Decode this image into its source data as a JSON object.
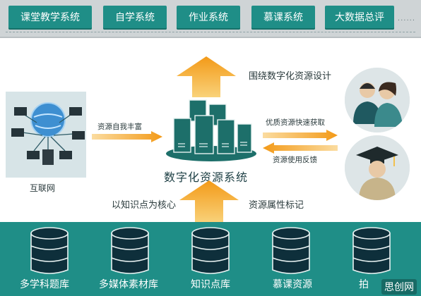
{
  "top_systems": [
    "课堂教学系统",
    "自学系统",
    "作业系统",
    "慕课系统",
    "大数据总评"
  ],
  "center": {
    "title": "数字化资源系统",
    "top_label": "围绕数字化资源设计",
    "left_label": "资源自我丰富",
    "right_top_label": "优质资源快速获取",
    "right_bottom_label": "资源使用反馈",
    "bottom_left_label": "以知识点为核心",
    "bottom_right_label": "资源属性标记"
  },
  "internet_caption": "互联网",
  "databases": [
    "多学科题库",
    "多媒体素材库",
    "知识点库",
    "慕课资源",
    "拍"
  ],
  "watermark": "思创网",
  "colors": {
    "teal": "#1f8e87",
    "orange": "#f2a12b",
    "server": "#1d6f6a"
  }
}
